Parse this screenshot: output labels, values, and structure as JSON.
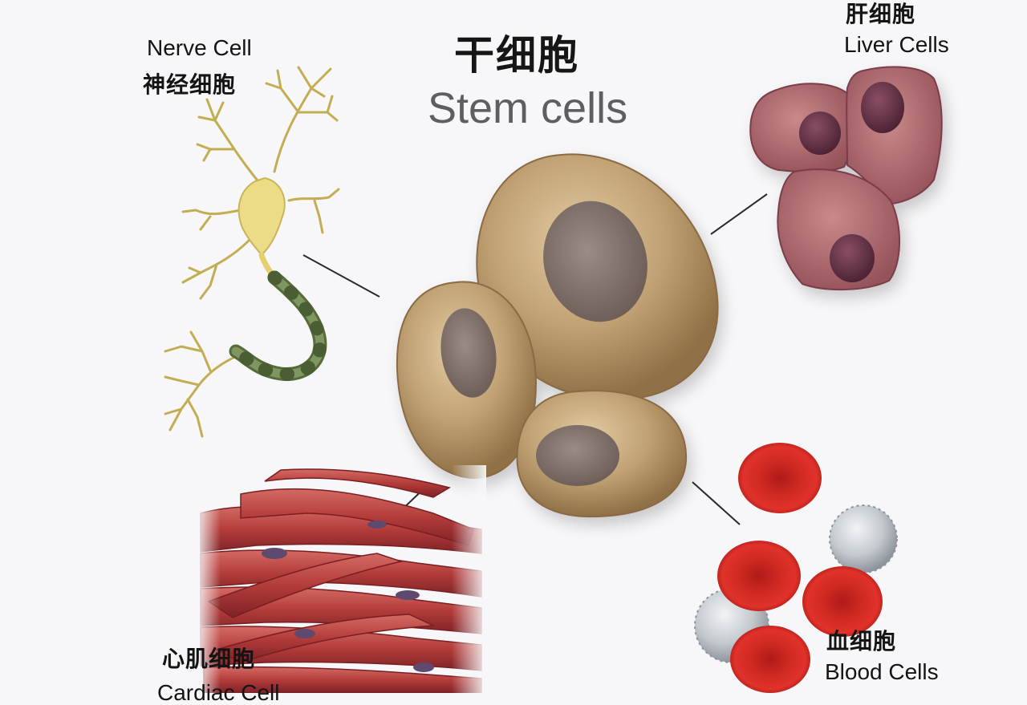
{
  "title": {
    "chinese": "干细胞",
    "english": "Stem cells"
  },
  "cells": {
    "nerve": {
      "chinese": "神经细胞",
      "english": "Nerve Cell"
    },
    "liver": {
      "chinese": "肝细胞",
      "english": "Liver Cells"
    },
    "cardiac": {
      "chinese": "心肌细胞",
      "english": "Cardiac Cell"
    },
    "blood": {
      "chinese": "血细胞",
      "english": "Blood Cells"
    }
  },
  "colors": {
    "stem_cell": "#b99a68",
    "stem_nucleus": "#8a7a72",
    "nerve_cell": "#e8d67a",
    "myelin": "#66784a",
    "liver_cell": "#a86468",
    "liver_nucleus": "#6a3848",
    "cardiac_muscle": "#b23a38",
    "red_blood_cell": "#c82020",
    "white_blood_cell": "#c6cbd0"
  }
}
